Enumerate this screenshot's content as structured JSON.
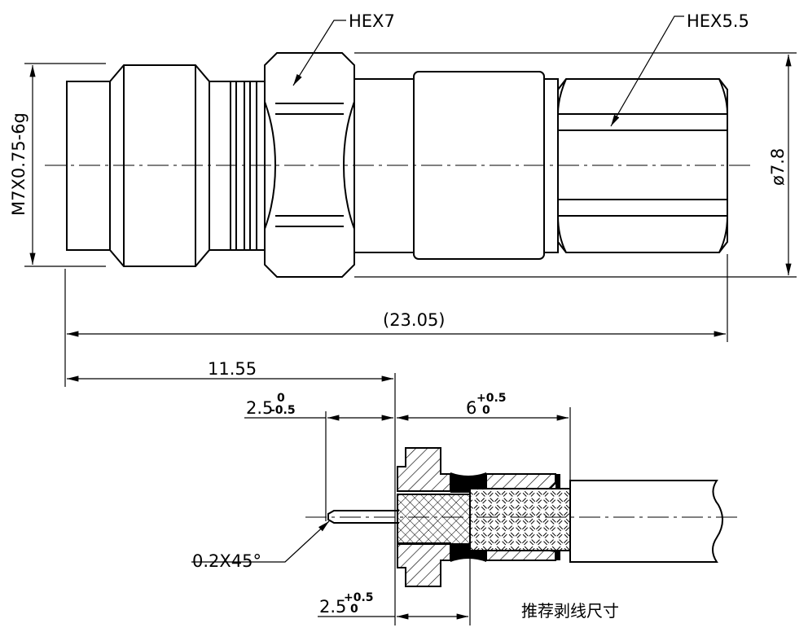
{
  "labels": {
    "hex7": "HEX7",
    "hex55": "HEX5.5",
    "thread": "M7X0.75-6g",
    "diameter": "ø7.8",
    "overall_length": "(23.05)",
    "length_1155": "11.55",
    "strip_pin": {
      "value": "2.5",
      "upper": "0",
      "lower": "-0.5"
    },
    "strip_braid": {
      "value": "6",
      "upper": "+0.5",
      "lower": "0"
    },
    "strip_dielectric": {
      "value": "2.5",
      "upper": "+0.5",
      "lower": "0"
    },
    "chamfer": "0.2X45°",
    "caption": "推荐剥线尺寸"
  }
}
